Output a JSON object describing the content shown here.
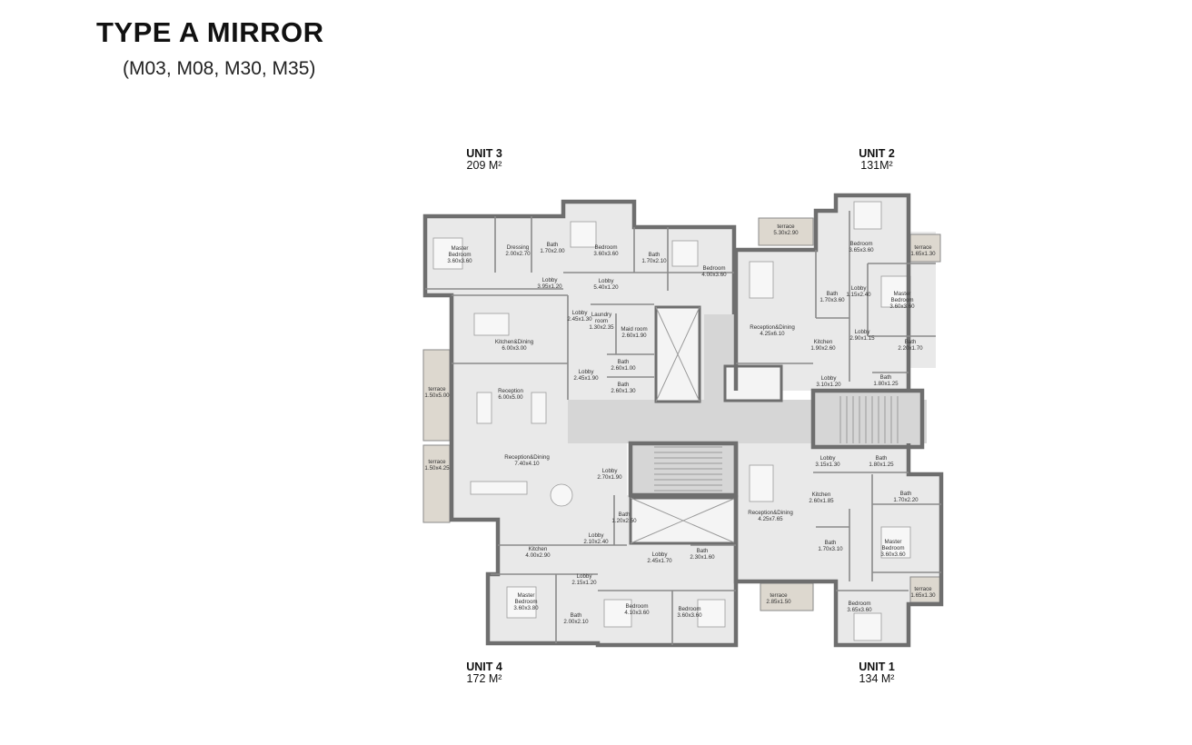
{
  "title": "TYPE A MIRROR",
  "subtitle": "(M03, M08, M30, M35)",
  "units": {
    "unit3": {
      "name": "UNIT 3",
      "area": "209 M²"
    },
    "unit2": {
      "name": "UNIT 2",
      "area": "131M²"
    },
    "unit4": {
      "name": "UNIT 4",
      "area": "172 M²"
    },
    "unit1": {
      "name": "UNIT 1",
      "area": "134 M²"
    }
  },
  "rooms": {
    "u3_master_bedroom": [
      "Master",
      "Bedroom",
      "3.60x3.60"
    ],
    "u3_dressing": [
      "Dressing",
      "2.00x2.70"
    ],
    "u3_bath1": [
      "Bath",
      "1.70x2.00"
    ],
    "u3_bedroom1": [
      "Bedroom",
      "3.60x3.60"
    ],
    "u3_bath2": [
      "Bath",
      "1.70x2.10"
    ],
    "u3_bedroom2": [
      "Bedroom",
      "4.00x3.60"
    ],
    "u3_lobby1": [
      "Lobby",
      "3.95x1.20"
    ],
    "u3_lobby2": [
      "Lobby",
      "5.40x1.20"
    ],
    "u3_lobby3": [
      "Lobby",
      "2.45x1.30"
    ],
    "u3_laundry": [
      "Laundry",
      "room",
      "1.30x2.35"
    ],
    "u3_maid": [
      "Maid room",
      "2.60x1.90"
    ],
    "u3_kitchen_dining": [
      "Kitchen&Dining",
      "6.00x3.00"
    ],
    "u3_lobby4": [
      "Lobby",
      "2.45x1.90"
    ],
    "u3_bath3": [
      "Bath",
      "2.60x1.00"
    ],
    "u3_bath4": [
      "Bath",
      "2.60x1.30"
    ],
    "u3_reception": [
      "Reception",
      "6.00x5.00"
    ],
    "u3_terrace": [
      "terrace",
      "1.50x5.00"
    ],
    "u2_terrace_top": [
      "terrace",
      "5.30x2.90"
    ],
    "u2_bedroom": [
      "Bedroom",
      "3.65x3.60"
    ],
    "u2_terrace_side": [
      "terrace",
      "1.65x1.30"
    ],
    "u2_bath1": [
      "Bath",
      "1.70x3.60"
    ],
    "u2_lobby1": [
      "Lobby",
      "1.15x2.40"
    ],
    "u2_master_bedroom": [
      "Master",
      "Bedroom",
      "3.60x3.60"
    ],
    "u2_reception_dining": [
      "Reception&Dining",
      "4.25x6.10"
    ],
    "u2_lobby2": [
      "Lobby",
      "2.90x1.15"
    ],
    "u2_kitchen": [
      "Kitchen",
      "1.90x2.60"
    ],
    "u2_bath2": [
      "Bath",
      "2.20x1.70"
    ],
    "u2_lobby3": [
      "Lobby",
      "3.10x1.20"
    ],
    "u2_bath3": [
      "Bath",
      "1.80x1.25"
    ],
    "u4_terrace": [
      "terrace",
      "1.50x4.25"
    ],
    "u4_reception_dining": [
      "Reception&Dining",
      "7.40x4.10"
    ],
    "u4_lobby1": [
      "Lobby",
      "2.70x1.90"
    ],
    "u4_bath1": [
      "Bath",
      "1.20x2.50"
    ],
    "u4_kitchen": [
      "Kitchen",
      "4.00x2.90"
    ],
    "u4_lobby2": [
      "Lobby",
      "2.10x2.40"
    ],
    "u4_lobby3": [
      "Lobby",
      "2.45x1.70"
    ],
    "u4_bath2": [
      "Bath",
      "2.30x1.60"
    ],
    "u4_lobby4": [
      "Lobby",
      "2.15x1.20"
    ],
    "u4_master_bedroom": [
      "Master",
      "Bedroom",
      "3.60x3.80"
    ],
    "u4_bath3": [
      "Bath",
      "2.00x2.10"
    ],
    "u4_bedroom1": [
      "Bedroom",
      "4.10x3.60"
    ],
    "u4_bedroom2": [
      "Bedroom",
      "3.60x3.60"
    ],
    "u1_lobby1": [
      "Lobby",
      "3.15x1.30"
    ],
    "u1_bath1": [
      "Bath",
      "1.80x1.25"
    ],
    "u1_bath2": [
      "Bath",
      "1.70x2.20"
    ],
    "u1_kitchen": [
      "Kitchen",
      "2.60x1.85"
    ],
    "u1_reception_dining": [
      "Reception&Dining",
      "4.25x7.65"
    ],
    "u1_master_bedroom": [
      "Master",
      "Bedroom",
      "3.60x3.60"
    ],
    "u1_bath3": [
      "Bath",
      "1.70x3.10"
    ],
    "u1_terrace_side": [
      "terrace",
      "1.65x1.30"
    ],
    "u1_terrace_bottom": [
      "terrace",
      "2.85x1.50"
    ],
    "u1_bedroom": [
      "Bedroom",
      "3.65x3.60"
    ]
  }
}
